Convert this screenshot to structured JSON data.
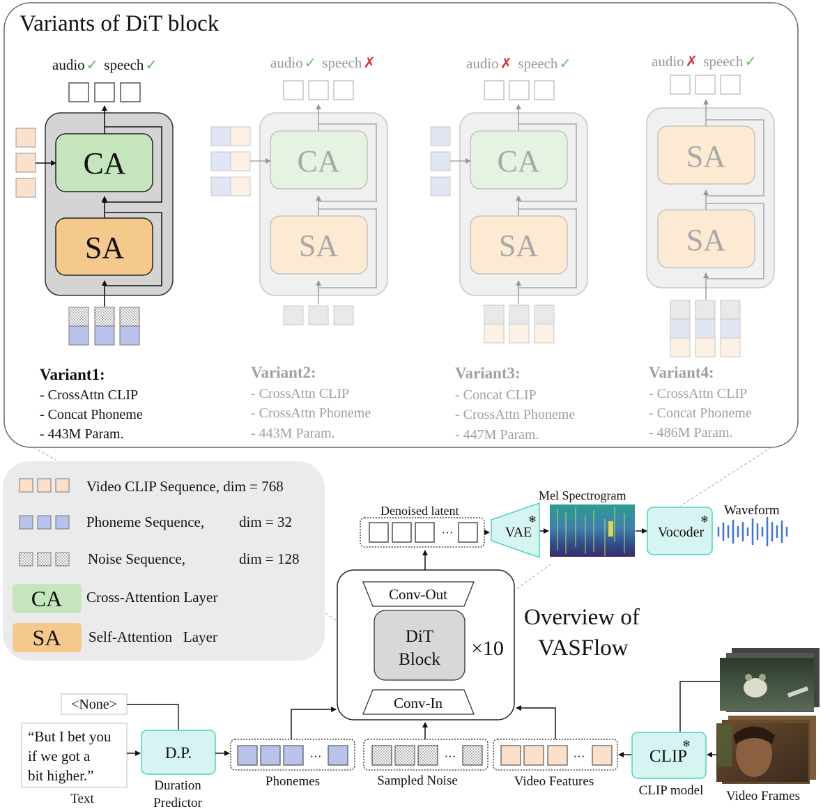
{
  "variants_panel": {
    "title": "Variants of DiT block",
    "variants": [
      {
        "audio_label": "audio",
        "audio_mark": "✓",
        "speech_label": "speech",
        "speech_mark": "✓",
        "blocks": [
          "CA",
          "SA"
        ],
        "name": "Variant1:",
        "lines": [
          "- CrossAttn CLIP",
          "- Concat Phoneme",
          "- 443M Param."
        ]
      },
      {
        "audio_label": "audio",
        "audio_mark": "✓",
        "speech_label": "speech",
        "speech_mark": "✗",
        "blocks": [
          "CA",
          "SA"
        ],
        "name": "Variant2:",
        "lines": [
          "- CrossAttn CLIP",
          "- CrossAttn Phoneme",
          "- 443M Param."
        ]
      },
      {
        "audio_label": "audio",
        "audio_mark": "✗",
        "speech_label": "speech",
        "speech_mark": "✓",
        "blocks": [
          "CA",
          "SA"
        ],
        "name": "Variant3:",
        "lines": [
          "- Concat CLIP",
          "- CrossAttn Phoneme",
          "- 447M Param."
        ]
      },
      {
        "audio_label": "audio",
        "audio_mark": "✗",
        "speech_label": "speech",
        "speech_mark": "✓",
        "blocks": [
          "SA",
          "SA"
        ],
        "name": "Variant4:",
        "lines": [
          "- CrossAttn CLIP",
          "- Concat Phoneme",
          "- 486M Param."
        ]
      }
    ]
  },
  "legend": {
    "clip_seq": "Video CLIP Sequence, dim = 768",
    "phoneme_seq": "Phoneme Sequence,",
    "phoneme_dim": "dim = 32",
    "noise_seq": "Noise Sequence,",
    "noise_dim": "dim = 128",
    "ca_tag": "CA",
    "ca_desc": "Cross-Attention Layer",
    "sa_tag": "SA",
    "sa_desc": "Self-Attention   Layer"
  },
  "overview": {
    "title_line1": "Overview of",
    "title_line2": "VASFlow",
    "conv_out": "Conv-Out",
    "conv_in": "Conv-In",
    "dit_line1": "DiT",
    "dit_line2": "Block",
    "repeat": "×10",
    "denoised_latent": "Denoised latent",
    "ellipsis": "···",
    "vae": "VAE",
    "mel": "Mel Spectrogram",
    "vocoder": "Vocoder",
    "waveform": "Waveform",
    "none_token": "<None>",
    "text_line1": "“But I bet you",
    "text_line2": "if we got a",
    "text_line3": "bit higher.”",
    "text_caption": "Text",
    "dp": "D.P.",
    "dp_caption1": "Duration",
    "dp_caption2": "Predictor",
    "phonemes": "Phonemes",
    "sampled_noise": "Sampled Noise",
    "video_features": "Video Features",
    "clip": "CLIP",
    "clip_caption": "CLIP model",
    "video_frames": "Video Frames",
    "snowflake": "❄"
  },
  "colors": {
    "ca_green": "#c5e6bd",
    "sa_orange": "#f5c98c",
    "clip_peach": "#fbe0cb",
    "phoneme_blue": "#b8c2ea",
    "teal_fill": "#d6f5f2",
    "teal_stroke": "#4fd0c4",
    "check_green": "#5cb85c",
    "cross_red": "#e03030",
    "wave_blue": "#3f73e0"
  }
}
